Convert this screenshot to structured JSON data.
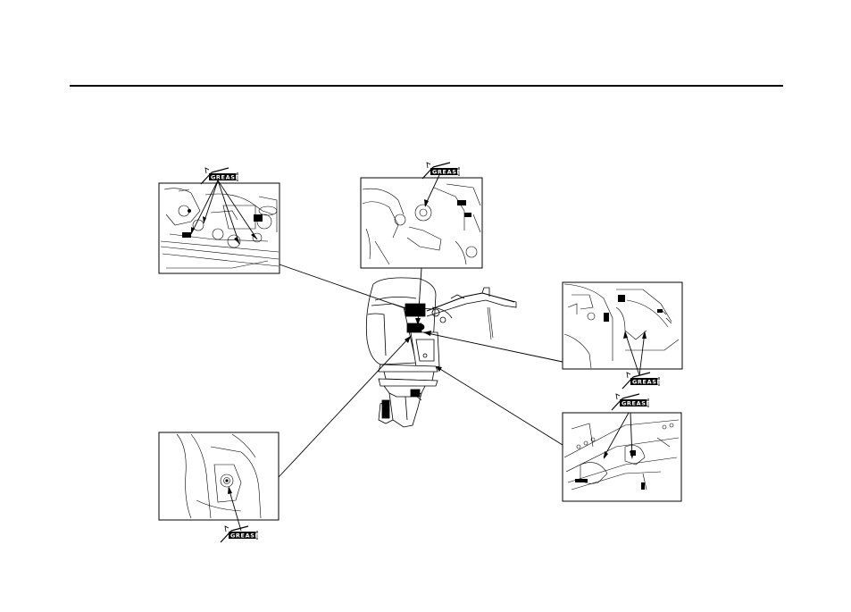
{
  "grease_label": "GREASE",
  "colors": {
    "ink": "#000000",
    "paper": "#ffffff"
  },
  "callouts": [
    {
      "id": "steering-pivot",
      "grease_points": 4
    },
    {
      "id": "clamp-bracket-top",
      "grease_points": 1
    },
    {
      "id": "tilt-lever-right",
      "grease_points": 2
    },
    {
      "id": "swivel-bracket-lower",
      "grease_points": 2
    },
    {
      "id": "tilt-tube-fitting",
      "grease_points": 1
    }
  ]
}
